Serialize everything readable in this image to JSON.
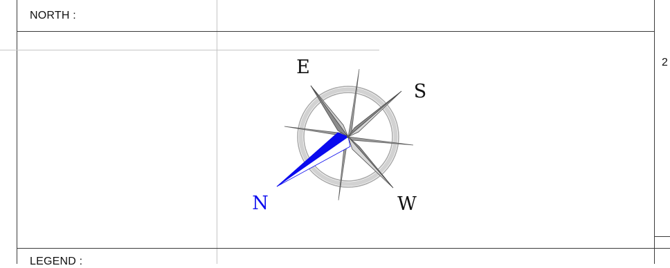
{
  "north_section": {
    "label": "NORTH :"
  },
  "legend_section": {
    "label": "LEGEND :"
  },
  "sheet": {
    "number": "2"
  },
  "compass": {
    "letters": {
      "east": "E",
      "south": "S",
      "west": "W",
      "north": "N"
    },
    "colors": {
      "needle": "#0a0aee",
      "points": "#8c8c8c",
      "ring": "#a8a8a8",
      "letters": "#111111"
    }
  }
}
